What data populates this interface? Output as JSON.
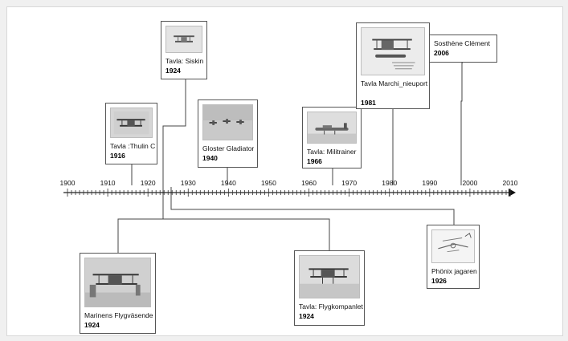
{
  "axis": {
    "tick_labels": [
      "1900",
      "1910",
      "1920",
      "1930",
      "1940",
      "1950",
      "1960",
      "1970",
      "1980",
      "1990",
      "2000",
      "2010"
    ]
  },
  "events": [
    {
      "caption": "Tavla: Siskin",
      "year": "1924",
      "photo": "biplane-photo"
    },
    {
      "caption": "Tavla :Thulin C",
      "year": "1916",
      "photo": "biplane-photo"
    },
    {
      "caption": "Gloster Gladiator",
      "year": "1940",
      "photo": "formation-photo"
    },
    {
      "caption": "Tavla: Militrainer",
      "year": "1966",
      "photo": "aircraft-photo"
    },
    {
      "caption": "Tavla Marchi_nieuport",
      "year": "1981",
      "photo": "seaplane-photo"
    },
    {
      "caption": "Sosthène  Clément",
      "year": "2006"
    },
    {
      "caption": "Marinens Flygväsende",
      "year": "1924",
      "photo": "hangar-photo"
    },
    {
      "caption": "Tavla: Flygkompanlet",
      "year": "1924",
      "photo": "biplane-photo"
    },
    {
      "caption": "Phönix jagaren",
      "year": "1926",
      "photo": "sketch-photo"
    }
  ],
  "colors": {
    "line": "#444444",
    "card_border": "#555555",
    "photo_bg": "#dcdcdc"
  }
}
